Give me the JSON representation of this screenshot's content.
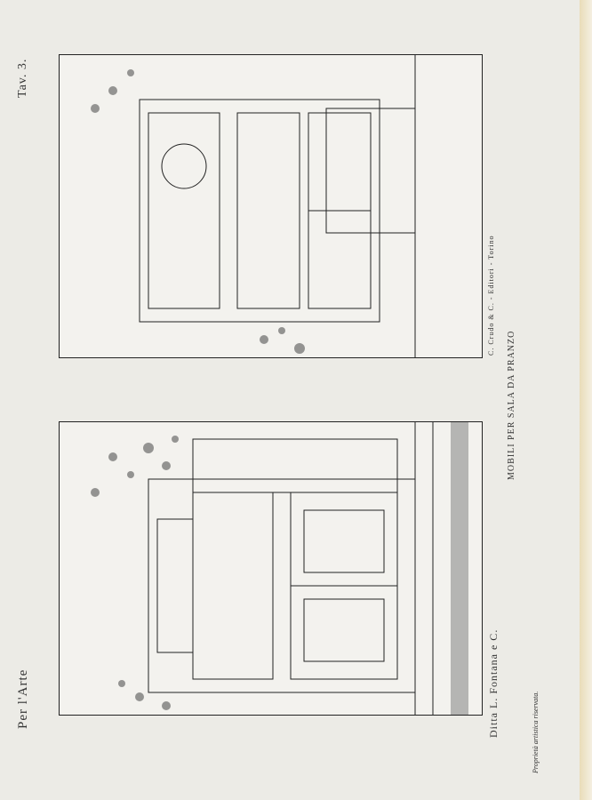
{
  "header": {
    "journal": "Per l'Arte",
    "plate": "Tav. 3."
  },
  "caption": {
    "firm": "Ditta L. Fontana e C.",
    "title": "MOBILI PER SALA DA PRANZO",
    "publisher": "C. Crudo & C. - Editori - Torino",
    "rights": "Proprietà artistica riservata."
  },
  "colors": {
    "paper": "#ecebe6",
    "ink": "#222222"
  }
}
